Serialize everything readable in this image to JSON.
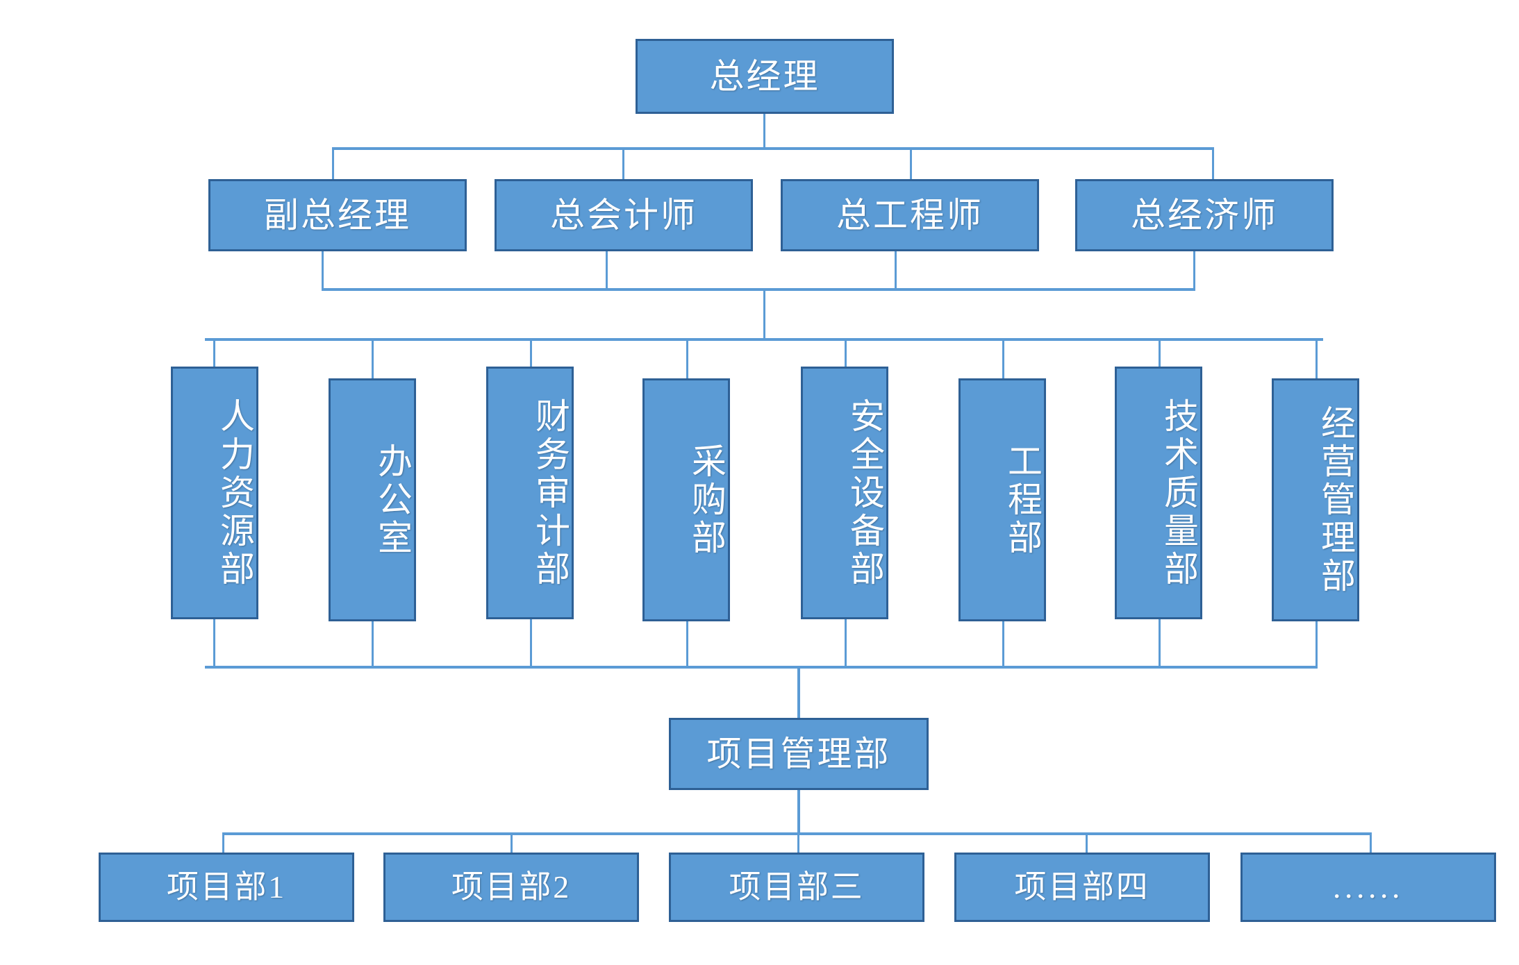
{
  "chart_data": {
    "type": "diagram",
    "title": "",
    "diagram_kind": "organizational-chart",
    "orientation": "top-down",
    "levels": 5,
    "node_fill_color": "#5B9BD5",
    "node_border_color": "#2E6095",
    "connector_color": "#5B9BD5",
    "text_color": "#FFFFFF",
    "background_color": "#FFFFFF",
    "nodes": [
      {
        "id": "gm",
        "label": "总经理",
        "level": 1
      },
      {
        "id": "dgm",
        "label": "副总经理",
        "level": 2
      },
      {
        "id": "ca",
        "label": "总会计师",
        "level": 2
      },
      {
        "id": "ce",
        "label": "总工程师",
        "level": 2
      },
      {
        "id": "cec",
        "label": "总经济师",
        "level": 2
      },
      {
        "id": "hr",
        "label": "人力资源部",
        "level": 3
      },
      {
        "id": "off",
        "label": "办公室",
        "level": 3
      },
      {
        "id": "fin",
        "label": "财务审计部",
        "level": 3
      },
      {
        "id": "proc",
        "label": "采购部",
        "level": 3
      },
      {
        "id": "safe",
        "label": "安全设备部",
        "level": 3
      },
      {
        "id": "eng",
        "label": "工程部",
        "level": 3
      },
      {
        "id": "tq",
        "label": "技术质量部",
        "level": 3
      },
      {
        "id": "bm",
        "label": "经营管理部",
        "level": 3
      },
      {
        "id": "pm",
        "label": "项目管理部",
        "level": 4
      },
      {
        "id": "p1",
        "label": "项目部1",
        "level": 5
      },
      {
        "id": "p2",
        "label": "项目部2",
        "level": 5
      },
      {
        "id": "p3",
        "label": "项目部三",
        "level": 5
      },
      {
        "id": "p4",
        "label": "项目部四",
        "level": 5
      },
      {
        "id": "pmore",
        "label": "......",
        "level": 5
      }
    ],
    "edges": [
      {
        "from": "gm",
        "to": "dgm"
      },
      {
        "from": "gm",
        "to": "ca"
      },
      {
        "from": "gm",
        "to": "ce"
      },
      {
        "from": "gm",
        "to": "cec"
      },
      {
        "from": "dgm",
        "to": "hr"
      },
      {
        "from": "dgm",
        "to": "off"
      },
      {
        "from": "dgm",
        "to": "fin"
      },
      {
        "from": "dgm",
        "to": "proc"
      },
      {
        "from": "dgm",
        "to": "safe"
      },
      {
        "from": "dgm",
        "to": "eng"
      },
      {
        "from": "dgm",
        "to": "tq"
      },
      {
        "from": "dgm",
        "to": "bm"
      },
      {
        "from": "hr",
        "to": "pm"
      },
      {
        "from": "pm",
        "to": "p1"
      },
      {
        "from": "pm",
        "to": "p2"
      },
      {
        "from": "pm",
        "to": "p3"
      },
      {
        "from": "pm",
        "to": "p4"
      },
      {
        "from": "pm",
        "to": "pmore"
      }
    ]
  },
  "top": {
    "general_manager": "总经理"
  },
  "executives": [
    {
      "label": "副总经理"
    },
    {
      "label": "总会计师"
    },
    {
      "label": "总工程师"
    },
    {
      "label": "总经济师"
    }
  ],
  "departments": [
    {
      "label": "人力资源部"
    },
    {
      "label": "办公室"
    },
    {
      "label": "财务审计部"
    },
    {
      "label": "采购部"
    },
    {
      "label": "安全设备部"
    },
    {
      "label": "工程部"
    },
    {
      "label": "技术质量部"
    },
    {
      "label": "经营管理部"
    }
  ],
  "project_management": {
    "label": "项目管理部"
  },
  "projects": [
    {
      "label": "项目部1"
    },
    {
      "label": "项目部2"
    },
    {
      "label": "项目部三"
    },
    {
      "label": "项目部四"
    },
    {
      "label": "......"
    }
  ]
}
